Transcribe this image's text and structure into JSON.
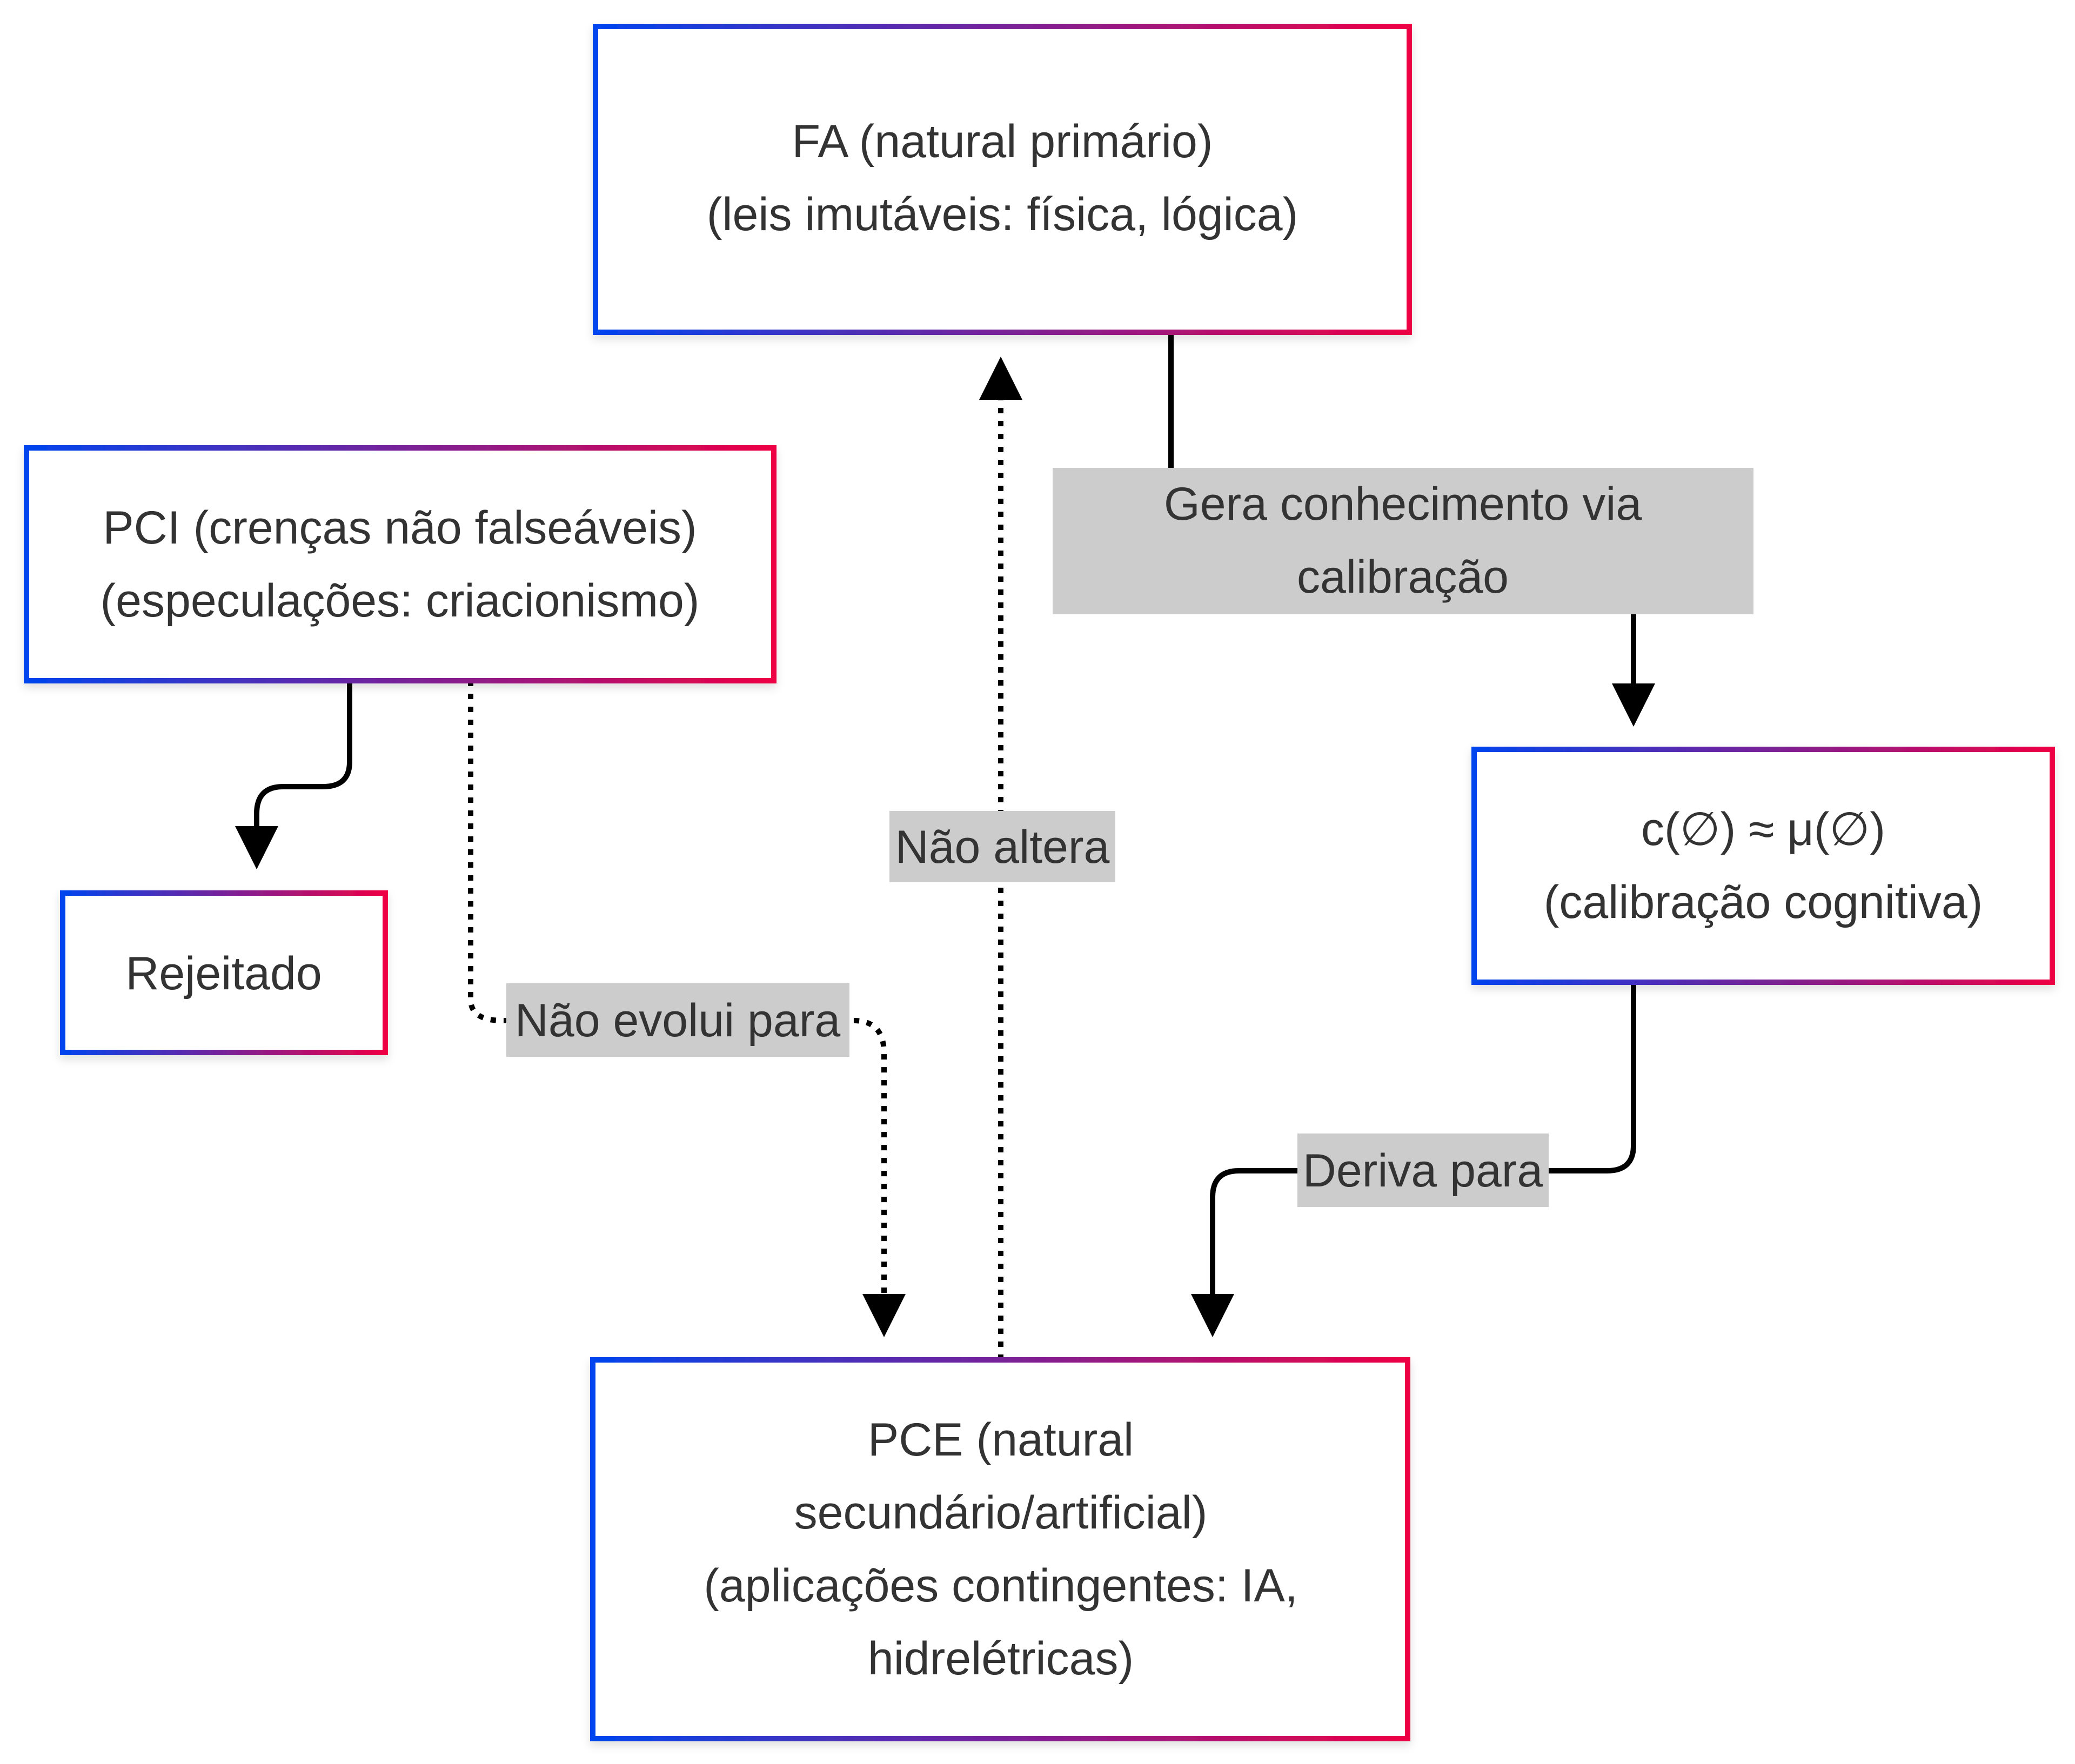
{
  "theme": {
    "gradient_start": "#0044ee",
    "gradient_end": "#ee0044",
    "node_fill": "#ffffff",
    "text_color": "#333333",
    "edge_color": "#000000",
    "edge_label_bg": "#cccccc"
  },
  "nodes": {
    "fa": {
      "lines": [
        "FA (natural primário)",
        "(leis imutáveis: física, lógica)"
      ]
    },
    "pci": {
      "lines": [
        "PCI (crenças não falseáveis)",
        "(especulações: criacionismo)"
      ]
    },
    "rejeitado": {
      "lines": [
        "Rejeitado"
      ]
    },
    "calib": {
      "lines": [
        "c(∅) ≈ μ(∅)",
        "(calibração cognitiva)"
      ]
    },
    "pce": {
      "lines": [
        "PCE (natural",
        "secundário/artificial)",
        "(aplicações contingentes: IA,",
        "hidrelétricas)"
      ]
    }
  },
  "edges": {
    "fa_to_calib": {
      "from": "FA",
      "to": "c(∅) ≈ μ(∅)",
      "style": "solid",
      "label_lines": [
        "Gera conhecimento via",
        "calibração"
      ]
    },
    "pci_to_rejeitado": {
      "from": "PCI",
      "to": "Rejeitado",
      "style": "solid"
    },
    "pci_to_pce": {
      "from": "PCI",
      "to": "PCE",
      "style": "dotted",
      "label": "Não evolui para"
    },
    "pce_to_fa": {
      "from": "PCE",
      "to": "FA",
      "style": "dotted",
      "label": "Não altera"
    },
    "calib_to_pce": {
      "from": "c(∅) ≈ μ(∅)",
      "to": "PCE",
      "style": "solid",
      "label": "Deriva para"
    }
  }
}
